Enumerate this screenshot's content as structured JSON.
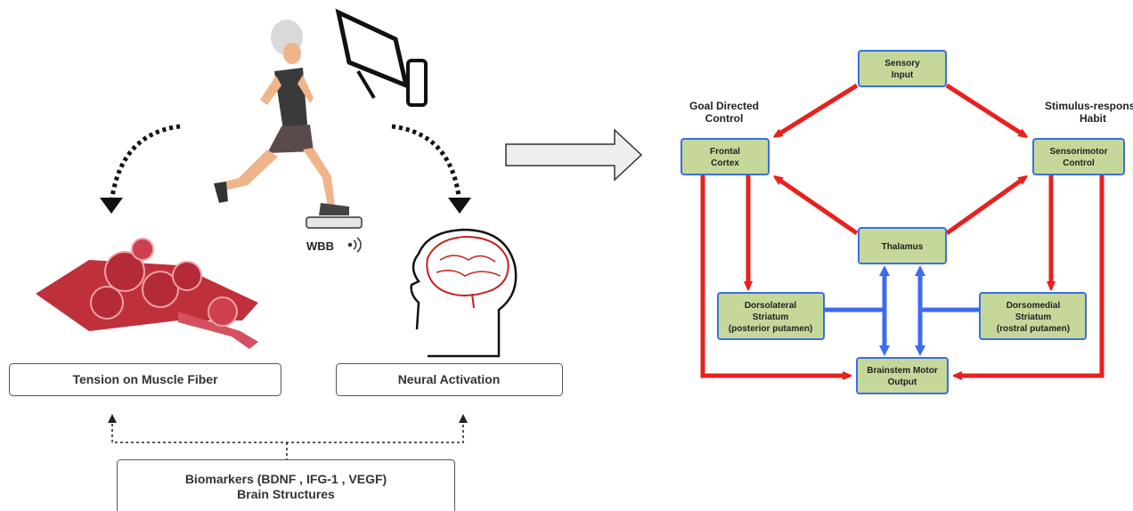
{
  "left": {
    "device_label": "WBB",
    "box_muscle": "Tension on Muscle Fiber",
    "box_neural": "Neural Activation",
    "biomarkers_line1": "Biomarkers (BDNF , IFG-1 , VEGF)",
    "biomarkers_line2": "Brain Structures"
  },
  "right": {
    "goal_line1": "Goal Directed",
    "goal_line2": "Control",
    "habit_line1": "Stimulus-response",
    "habit_line2": "Habit",
    "nodes": {
      "sensory": [
        "Sensory",
        "Input"
      ],
      "frontal": [
        "Frontal",
        "Cortex"
      ],
      "sensorimotor": [
        "Sensorimotor",
        "Control"
      ],
      "thalamus": [
        "Thalamus"
      ],
      "dorsolateral": [
        "Dorsolateral",
        "Striatum",
        "(posterior putamen)"
      ],
      "dorsomedial": [
        "Dorsomedial",
        "Striatum",
        "(rostral putamen)"
      ],
      "brainstem": [
        "Brainstem Motor",
        "Output"
      ]
    }
  },
  "colors": {
    "node_fill": "#c5d89a",
    "node_stroke": "#3b6fe0",
    "red_arrow": "#e8201e",
    "blue_arrow": "#3d6bf0"
  }
}
